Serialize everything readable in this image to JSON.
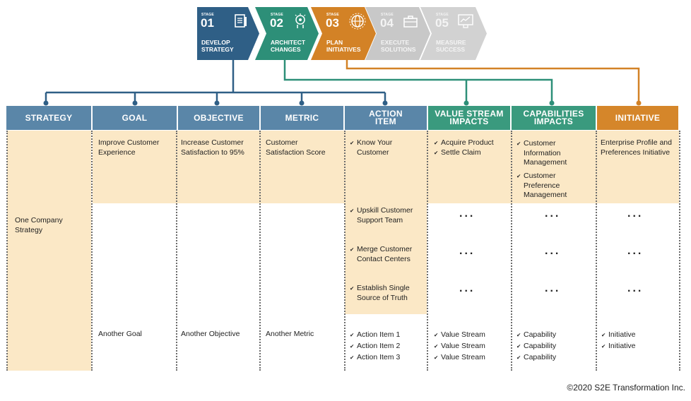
{
  "stages": [
    {
      "label": "STAGE",
      "number": "01",
      "title_line1": "DEVELOP",
      "title_line2": "STRATEGY",
      "color": "#2f5f86",
      "icon": "document-icon"
    },
    {
      "label": "STAGE",
      "number": "02",
      "title_line1": "ARCHITECT",
      "title_line2": "CHANGES",
      "color": "#2d8f78",
      "icon": "brain-gear-icon"
    },
    {
      "label": "STAGE",
      "number": "03",
      "title_line1": "PLAN",
      "title_line2": "INITIATIVES",
      "color": "#d38226",
      "icon": "globe-target-icon"
    },
    {
      "label": "STAGE",
      "number": "04",
      "title_line1": "EXECUTE",
      "title_line2": "SOLUTIONS",
      "color": "#c8c8c8",
      "icon": "briefcase-icon"
    },
    {
      "label": "STAGE",
      "number": "05",
      "title_line1": "MEASURE",
      "title_line2": "SUCCESS",
      "color": "#d2d2d2",
      "icon": "trophy-chart-icon"
    }
  ],
  "headers": {
    "strategy": "STRATEGY",
    "goal": "GOAL",
    "objective": "OBJECTIVE",
    "metric": "METRIC",
    "action_item_1": "ACTION",
    "action_item_2": "ITEM",
    "value_stream_1": "VALUE STREAM",
    "value_stream_2": "IMPACTS",
    "capabilities_1": "CAPABILITIES",
    "capabilities_2": "IMPACTS",
    "initiative": "INITIATIVE"
  },
  "strategy": {
    "line1": "One Company",
    "line2": "Strategy"
  },
  "goal": {
    "line1": "Improve Customer",
    "line2": "Experience",
    "other": "Another Goal"
  },
  "objective": {
    "line1": "Increase Customer",
    "line2": "Satisfaction to 95%",
    "other": "Another Objective"
  },
  "metric": {
    "line1": "Customer",
    "line2": "Satisfaction Score",
    "other": "Another Metric"
  },
  "action_items": [
    {
      "line1": "Know Your",
      "line2": "Customer"
    },
    {
      "line1": "Upskill Customer",
      "line2": "Support Team"
    },
    {
      "line1": "Merge Customer",
      "line2": "Contact Centers"
    },
    {
      "line1": "Establish Single",
      "line2": "Source of Truth"
    }
  ],
  "action_items_other": [
    "Action Item 1",
    "Action Item 2",
    "Action Item 3"
  ],
  "value_streams": [
    "Acquire Product",
    "Settle Claim"
  ],
  "value_streams_other": [
    "Value Stream",
    "Value Stream",
    "Value Stream"
  ],
  "capabilities": [
    {
      "line1": "Customer",
      "line2": "Information",
      "line3": "Management"
    },
    {
      "line1": "Customer",
      "line2": "Preference",
      "line3": "Management"
    }
  ],
  "capabilities_other": [
    "Capability",
    "Capability",
    "Capability"
  ],
  "initiative": {
    "line1": "Enterprise Profile and",
    "line2": "Preferences Initiative"
  },
  "initiatives_other": [
    "Initiative",
    "Initiative"
  ],
  "ellipsis": "...",
  "copyright": "©2020 S2E Transformation Inc.",
  "colors": {
    "blue": "#5a86a8",
    "dark_blue": "#2f5f86",
    "green": "#3a9a7e",
    "orange": "#d5862a",
    "cream": "#fbe8c6"
  }
}
